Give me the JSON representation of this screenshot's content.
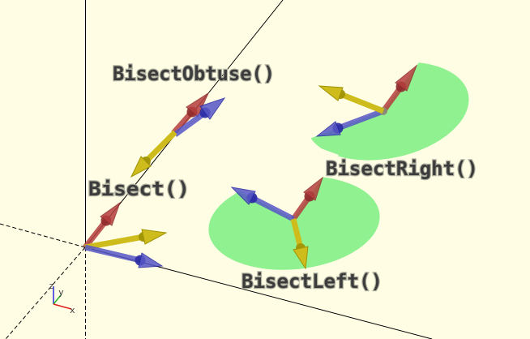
{
  "figures": [
    {
      "label": "BisectObtuse()",
      "arrows": [
        "red",
        "blue",
        "yellow"
      ],
      "disc": false
    },
    {
      "label": "Bisect()",
      "arrows": [
        "red",
        "yellow",
        "blue"
      ],
      "disc": false
    },
    {
      "label": "BisectRight()",
      "arrows": [
        "red",
        "yellow",
        "blue"
      ],
      "disc": true
    },
    {
      "label": "BisectLeft()",
      "arrows": [
        "red",
        "blue",
        "yellow"
      ],
      "disc": true
    }
  ],
  "gizmo": {
    "x": "x",
    "y": "y",
    "z": "z"
  },
  "colors": {
    "bg": "#FFFEE5",
    "axis": "#000000",
    "red": "#B43E3E",
    "red_dk": "#8F2B2B",
    "blue": "#5656C6",
    "blue_dk": "#2A2AA4",
    "yellow": "#CDBC1C",
    "yellow_dk": "#A09305",
    "green": "#90F190",
    "text": "#3C3C3C",
    "halo": "#B0B0A0",
    "gizmo_x": "#E02020",
    "gizmo_y": "#28B428",
    "gizmo_z": "#2828DC"
  }
}
